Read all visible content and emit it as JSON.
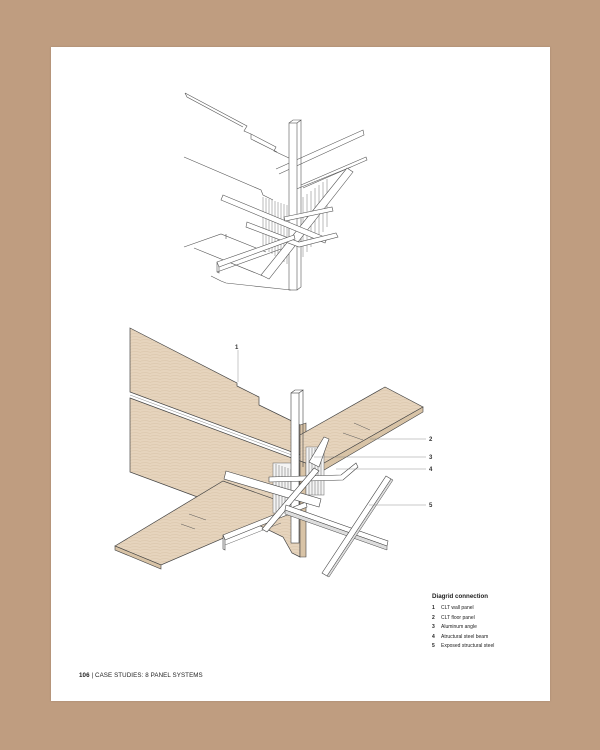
{
  "callouts": {
    "c1": "1",
    "c2": "2",
    "c3": "3",
    "c4": "4",
    "c5": "5"
  },
  "legend": {
    "title": "Diagrid connection",
    "items": [
      {
        "number": "1",
        "label": "CLT wall panel"
      },
      {
        "number": "2",
        "label": "CLT floor panel"
      },
      {
        "number": "3",
        "label": "Aluminum angle"
      },
      {
        "number": "4",
        "label": "Atructural steel beam"
      },
      {
        "number": "5",
        "label": "Exposed structural steel"
      }
    ]
  },
  "footer": {
    "page_number": "106",
    "separator": "|",
    "section": "CASE STUDIES: 8 PANEL SYSTEMS"
  },
  "colors": {
    "background": "#bf9d80",
    "page": "#ffffff",
    "wood": "#e6d4bd",
    "wood_dark": "#d8c3a6",
    "line": "#444444"
  }
}
